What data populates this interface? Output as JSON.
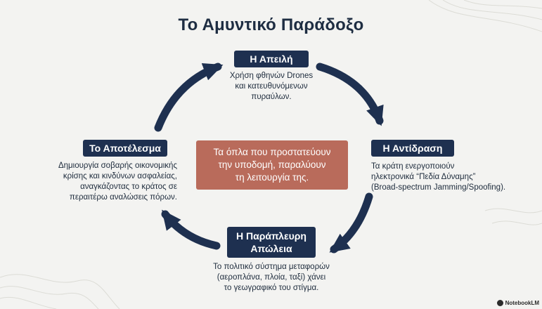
{
  "title": "Το Αμυντικό Παράδοξο",
  "nodes": {
    "threat": {
      "label": "Η Απειλή",
      "lines": [
        "Χρήση φθηνών Drones",
        "και κατευθυνόμενων",
        "πυραύλων."
      ]
    },
    "reaction": {
      "label": "Η Αντίδραση",
      "lines": [
        "Τα κράτη ενεργοποιούν",
        "ηλεκτρονικά “Πεδία Δύναμης”",
        "(Broad-spectrum Jamming/Spoofing)."
      ]
    },
    "collateral": {
      "label_lines": [
        "Η Παράπλευρη",
        "Απώλεια"
      ],
      "lines": [
        "Το πολιτικό σύστημα μεταφορών",
        "(αεροπλάνα, πλοία, ταξί) χάνει",
        "το γεωγραφικό του στίγμα."
      ]
    },
    "result": {
      "label": "Το Αποτέλεσμα",
      "lines": [
        "Δημιουργία σοβαρής οικονομικής",
        "κρίσης και κινδύνων ασφαλείας,",
        "αναγκάζοντας το κράτος σε",
        "περαιτέρω αναλώσεις πόρων."
      ]
    }
  },
  "center": {
    "lines": [
      "Τα όπλα που προστατεύουν",
      "την υποδομή, παραλύουν",
      "τη λειτουργία της."
    ]
  },
  "watermark": "NotebookLM",
  "colors": {
    "pill": "#1e3050",
    "center": "#b96b5b",
    "background": "#f3f3f1"
  }
}
